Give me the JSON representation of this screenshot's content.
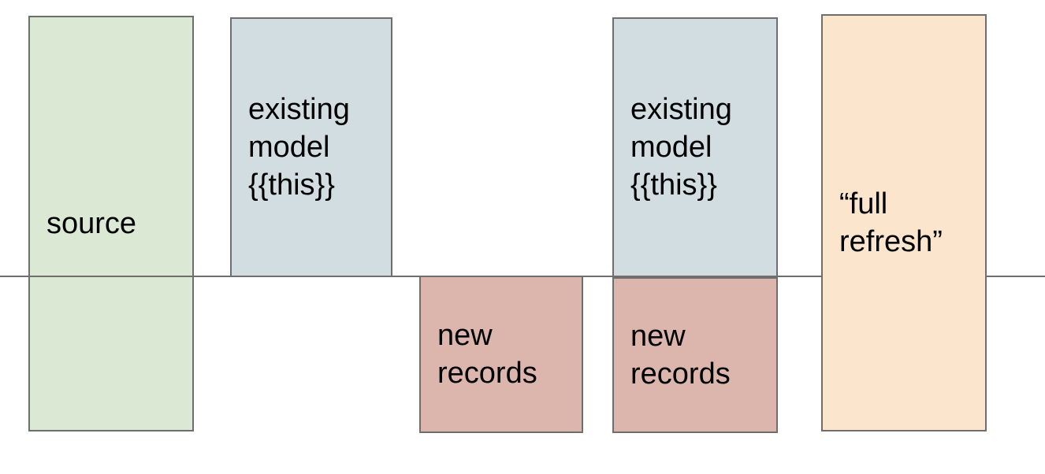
{
  "diagram": {
    "background": "#ffffff",
    "divider_line_color": "#6e6e6e",
    "box_border_color": "#6e6e6e",
    "text_color": "#000000"
  },
  "boxes": {
    "source": {
      "label": "source",
      "fill": "#dbe8d4"
    },
    "existing_model_1": {
      "label": "existing\nmodel\n{{this}}",
      "fill": "#d2dde2"
    },
    "new_records_1": {
      "label": "new\nrecords",
      "fill": "#dcb6ad"
    },
    "existing_model_2": {
      "label": "existing\nmodel\n{{this}}",
      "fill": "#d2dde2"
    },
    "new_records_2": {
      "label": "new\nrecords",
      "fill": "#dcb6ad"
    },
    "full_refresh": {
      "label": "“full\nrefresh”",
      "fill": "#fbe5cc"
    }
  }
}
